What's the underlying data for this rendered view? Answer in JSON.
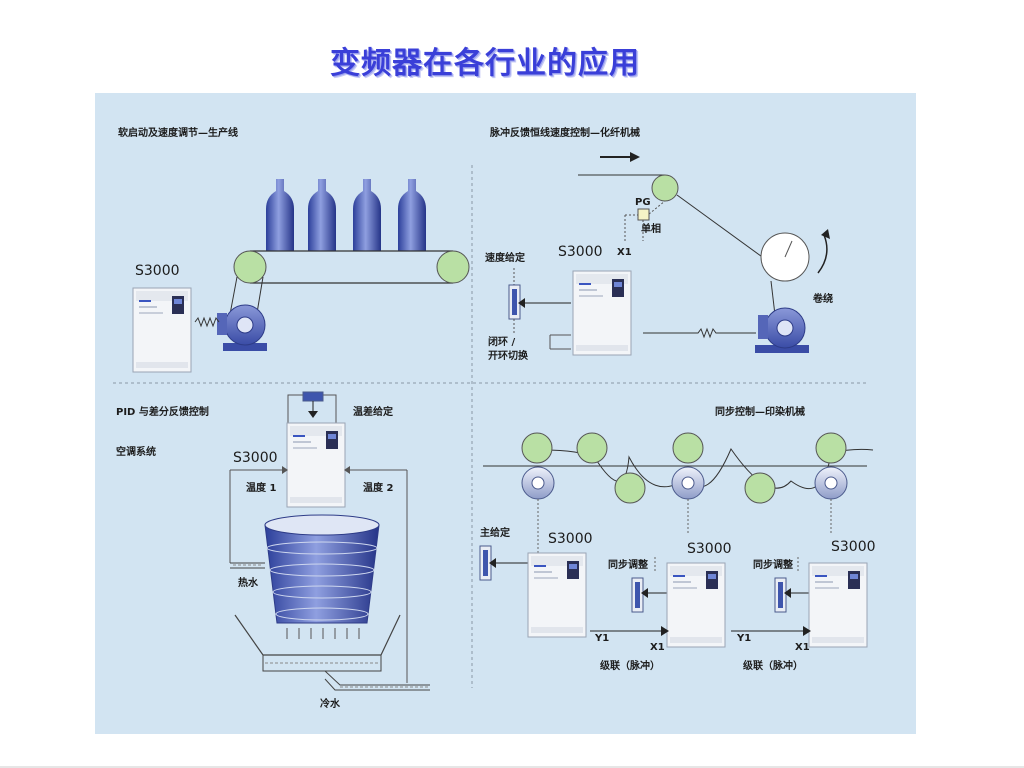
{
  "title": "变频器在各行业的应用",
  "model": "S3000",
  "panels": {
    "production_line": {
      "heading": "软启动及速度调节—生产线"
    },
    "chemical_fiber": {
      "heading": "脉冲反馈恒线速度控制—化纤机械",
      "pg": "PG",
      "single_phase": "单相",
      "x1": "X1",
      "speed_setting": "速度给定",
      "winding": "卷绕",
      "loop_switch_1": "闭环 /",
      "loop_switch_2": "开环切换"
    },
    "pid": {
      "heading": "PID 与差分反馈控制",
      "sub": "空调系统",
      "temp_diff_setting": "温差给定",
      "temp1": "温度 1",
      "temp2": "温度 2",
      "hot_water": "热水",
      "cold_water": "冷水"
    },
    "sync": {
      "heading": "同步控制—印染机械",
      "master_setting": "主给定",
      "sync_adjust": "同步调整",
      "y1": "Y1",
      "x1": "X1",
      "cascade": "级联（脉冲）"
    }
  }
}
